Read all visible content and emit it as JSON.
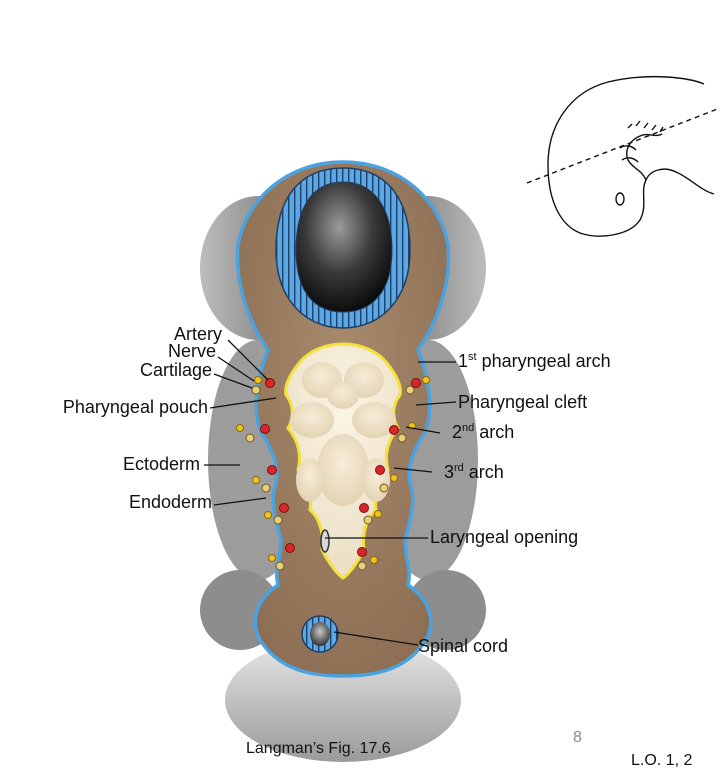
{
  "labels": {
    "artery": "Artery",
    "nerve": "Nerve",
    "cartilage": "Cartilage",
    "pharyngeal_pouch": "Pharyngeal pouch",
    "ectoderm": "Ectoderm",
    "endoderm": "Endoderm",
    "arch1_num": "1",
    "arch1_sup": "st",
    "arch1_text": " pharyngeal arch",
    "pharyngeal_cleft": "Pharyngeal cleft",
    "arch2_num": "2",
    "arch2_sup": "nd",
    "arch2_text": " arch",
    "arch3_num": "3",
    "arch3_sup": "rd",
    "arch3_text": " arch",
    "laryngeal_opening": "Laryngeal opening",
    "spinal_cord": "Spinal cord"
  },
  "caption": "Langman’s Fig. 17.6",
  "page_number": "8",
  "lo_label": "L.O. 1, 2",
  "colors": {
    "ectoderm": "#4aa3e0",
    "endoderm": "#f2e23a",
    "mesenchyme": "#9a7a5e",
    "artery": "#d9262b",
    "nerve": "#f0c419",
    "cartilage": "#e8d07a"
  }
}
